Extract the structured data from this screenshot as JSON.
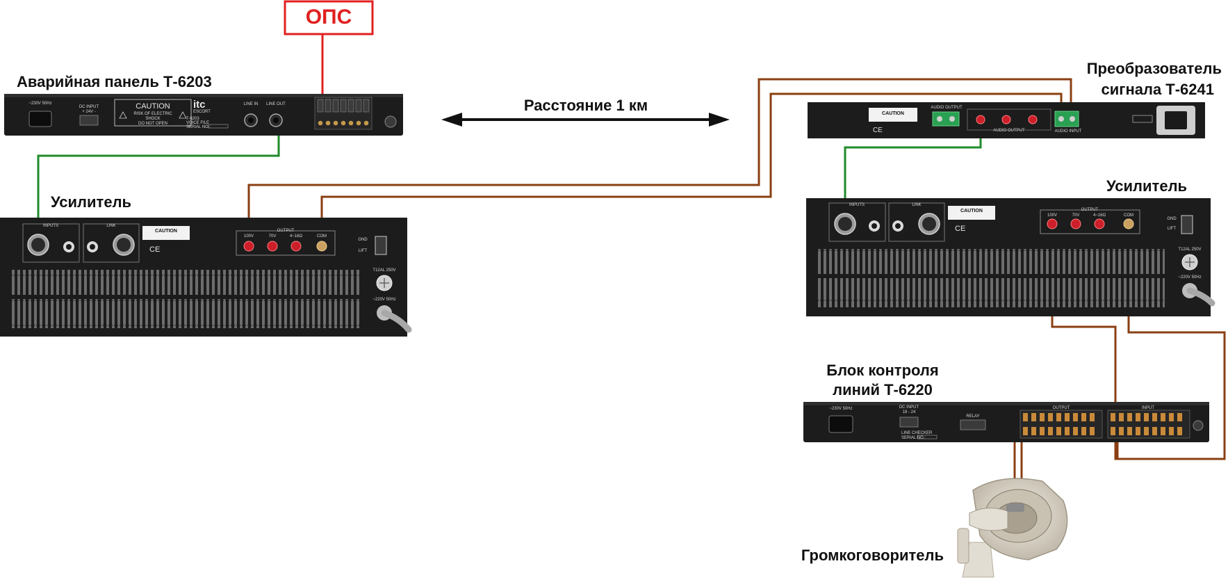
{
  "labels": {
    "emergency_panel": "Аварийная панель Т-6203",
    "ops": "ОПС",
    "distance": "Расстояние 1 км",
    "amp_left": "Усилитель",
    "converter_line1": "Преобразователь",
    "converter_line2": "сигнала Т-6241",
    "amp_right": "Усилитель",
    "line_control_line1": "Блок контроля",
    "line_control_line2": "линий Т-6220",
    "speaker": "Громкоговоритель"
  },
  "panel_t6203": {
    "mains": "~230V 50Hz",
    "dc_input": "DC INPUT",
    "dc_voltage": "+ 24V -",
    "caution": "CAUTION",
    "caution_l1": "RISK OF ELECTRIC",
    "caution_l2": "SHOCK",
    "caution_l3": "DO NOT OPEN",
    "brand": "itc",
    "brand_sub": "ESCORT",
    "model": "T-6203",
    "model_l2": "VOICE FILE",
    "serial": "SERIAL NO.:",
    "line_in": "LINE IN",
    "line_out": "LINE OUT"
  },
  "amp": {
    "inputs": "INPUTS",
    "link": "LINK",
    "caution": "CAUTION",
    "output": "OUTPUT",
    "out_100v": "100V",
    "out_70v": "70V",
    "out_ohm": "4~16Ω",
    "out_com": "COM",
    "gnd": "GND",
    "lift": "LIFT",
    "fuse": "T12AL 250V",
    "mains": "~220V 50Hz",
    "ce": "CE"
  },
  "converter_t6241": {
    "audio_output": "AUDIO OUTPUT",
    "audio_output_2": "AUDIO OUTPUT",
    "audio_input": "AUDIO INPUT",
    "caution": "CAUTION",
    "ce": "CE"
  },
  "line_checker_t6220": {
    "mains": "~230V 50Hz",
    "dc_input": "DC INPUT",
    "dc_voltage": "18 - 24",
    "relay": "RELAY",
    "output": "OUTPUT",
    "input": "INPUT",
    "model": "LINE CHECKER",
    "serial": "SERIAL NO.:"
  },
  "colors": {
    "green_wire": "#1f8a2a",
    "brown_wire": "#8a3f12",
    "red_wire": "#e02020",
    "device": "#1c1c1c",
    "terminal_red": "#cc1f2a"
  }
}
